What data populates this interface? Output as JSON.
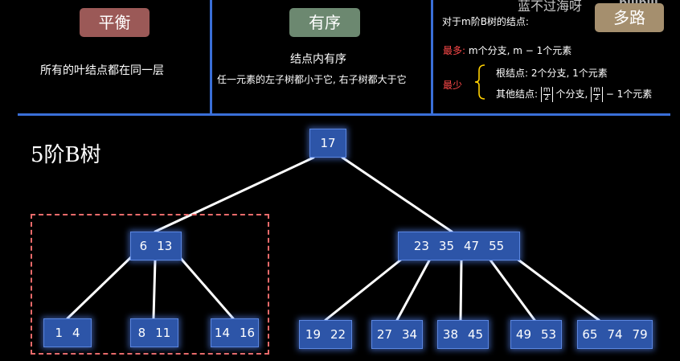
{
  "top": {
    "tag_balance": "平衡",
    "tag_order": "有序",
    "tag_multiway": "多路",
    "balance_text": "所有的叶结点都在同一层",
    "order_title": "结点内有序",
    "order_text": "任一元素的左子树都小于它, 右子树都大于它",
    "watermark": "蓝不过海呀",
    "watermark_logo": "bilibili",
    "m_title": "对于m阶B树的结点:",
    "most_label": "最多:",
    "most_text": "m个分支, m − 1个元素",
    "least_label": "最少",
    "root_text": "根结点: 2个分支, 1个元素",
    "other_prefix": "其他结点:",
    "frac_num": "m",
    "frac_den": "2",
    "other_mid": "个分支,",
    "other_end": "− 1个元素"
  },
  "tree": {
    "title": "5阶B树",
    "root": [
      "17"
    ],
    "level1": [
      [
        "6",
        "13"
      ],
      [
        "23",
        "35",
        "47",
        "55"
      ]
    ],
    "leaves": [
      [
        "1",
        "4"
      ],
      [
        "8",
        "11"
      ],
      [
        "14",
        "16"
      ],
      [
        "19",
        "22"
      ],
      [
        "27",
        "34"
      ],
      [
        "38",
        "45"
      ],
      [
        "49",
        "53"
      ],
      [
        "65",
        "74",
        "79"
      ]
    ]
  }
}
